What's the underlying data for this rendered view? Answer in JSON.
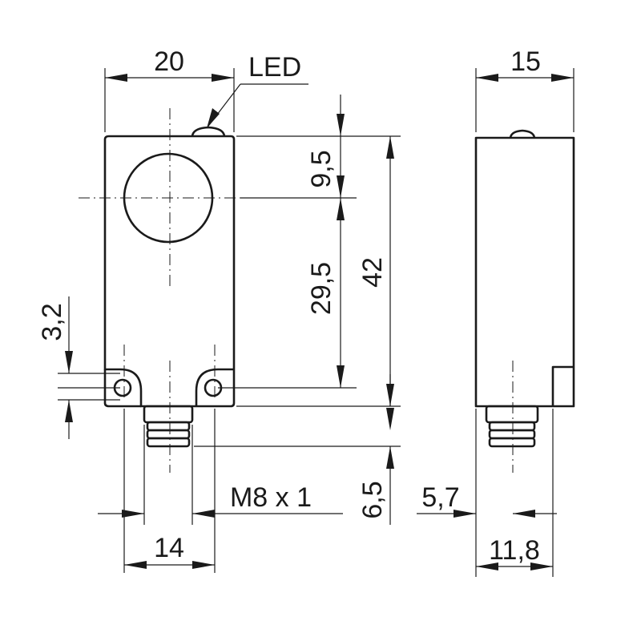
{
  "labels": {
    "led": "LED",
    "thread": "M8 x 1"
  },
  "dimensions": {
    "front_width": "20",
    "side_width": "15",
    "height_total": "42",
    "led_to_center": "9,5",
    "center_to_hole": "29,5",
    "hole_offset": "3,2",
    "hole_spacing": "14",
    "connector_length": "6,5",
    "connector_offset": "5,7",
    "side_connector_width": "11,8"
  },
  "colors": {
    "line": "#1a1a1a",
    "background": "#ffffff"
  }
}
